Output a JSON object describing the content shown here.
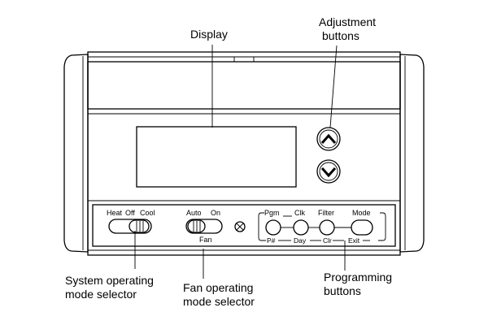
{
  "callouts": {
    "display": "Display",
    "adjustment_line1": "Adjustment",
    "adjustment_line2": "buttons",
    "system_line1": "System operating",
    "system_line2": "mode selector",
    "fan_line1": "Fan operating",
    "fan_line2": "mode selector",
    "programming_line1": "Programming",
    "programming_line2": "buttons"
  },
  "system_selector": {
    "heat": "Heat",
    "off": "Off",
    "cool": "Cool"
  },
  "fan_selector": {
    "auto": "Auto",
    "on": "On",
    "fan": "Fan"
  },
  "programming": {
    "top_labels": [
      "Pgm",
      "Clk",
      "Filter",
      "Mode"
    ],
    "bottom_labels": [
      "P#",
      "Day",
      "Clr",
      "Exit"
    ]
  },
  "adjustment": {
    "up_icon": "chevron-up",
    "down_icon": "chevron-down"
  }
}
